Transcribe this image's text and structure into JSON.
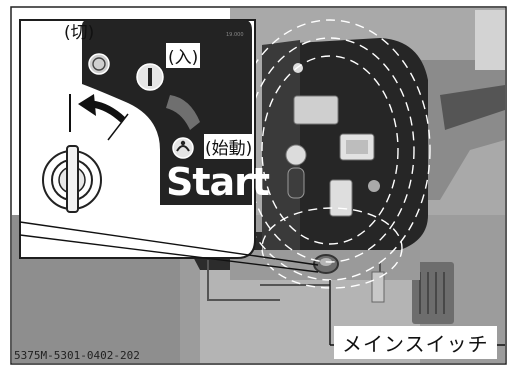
{
  "labels": {
    "off": "(切)",
    "on": "(入)",
    "start": "(始動)",
    "start_word": "Start",
    "callout": "メインスイッチ",
    "figure_code": "5375M-5301-0402-202"
  },
  "colors": {
    "panel": "#232323",
    "frame": "#1e1e1e",
    "machine_light": "#a8a8a8",
    "machine_mid": "#7e7e7e",
    "background": "#ffffff"
  },
  "icons": [
    "key-switch-icon",
    "rotate-arrow-icon",
    "off-indicator-icon",
    "on-indicator-icon",
    "start-indicator-icon"
  ]
}
